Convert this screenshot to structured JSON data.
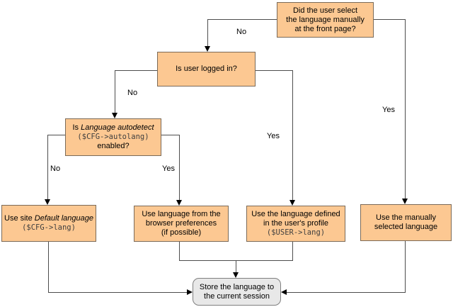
{
  "colors": {
    "node_fill": "#FCC892",
    "node_border": "#7B6A58",
    "terminal_fill": "#E8E8E8",
    "terminal_border": "#7F7F7F",
    "connector": "#4D4D4D",
    "code_text": "#3F3F3F"
  },
  "nodes": {
    "q_front": {
      "line1": "Did the user select",
      "line2": "the language manually",
      "line3": "at the front page?"
    },
    "q_login": {
      "text": "Is user logged in?"
    },
    "q_auto": {
      "text1": "Is ",
      "italic": "Language autodetect",
      "code": "($CFG->autolang)",
      "text2": "enabled?"
    },
    "a_site": {
      "text1": "Use site ",
      "italic": "Default language",
      "code": "($CFG->lang)"
    },
    "a_browser": {
      "line1": "Use language from the",
      "line2": "browser preferences",
      "line3": "(if possible)"
    },
    "a_profile": {
      "line1": "Use the language defined",
      "line2": "in the user's profile",
      "code": "($USER->lang)"
    },
    "a_manual": {
      "line1": "Use the manually",
      "line2": "selected language"
    },
    "store": {
      "line1": "Store the language to",
      "line2": "the current session"
    }
  },
  "edge_labels": {
    "front_no": "No",
    "front_yes": "Yes",
    "login_no": "No",
    "login_yes": "Yes",
    "auto_no": "No",
    "auto_yes": "Yes"
  }
}
